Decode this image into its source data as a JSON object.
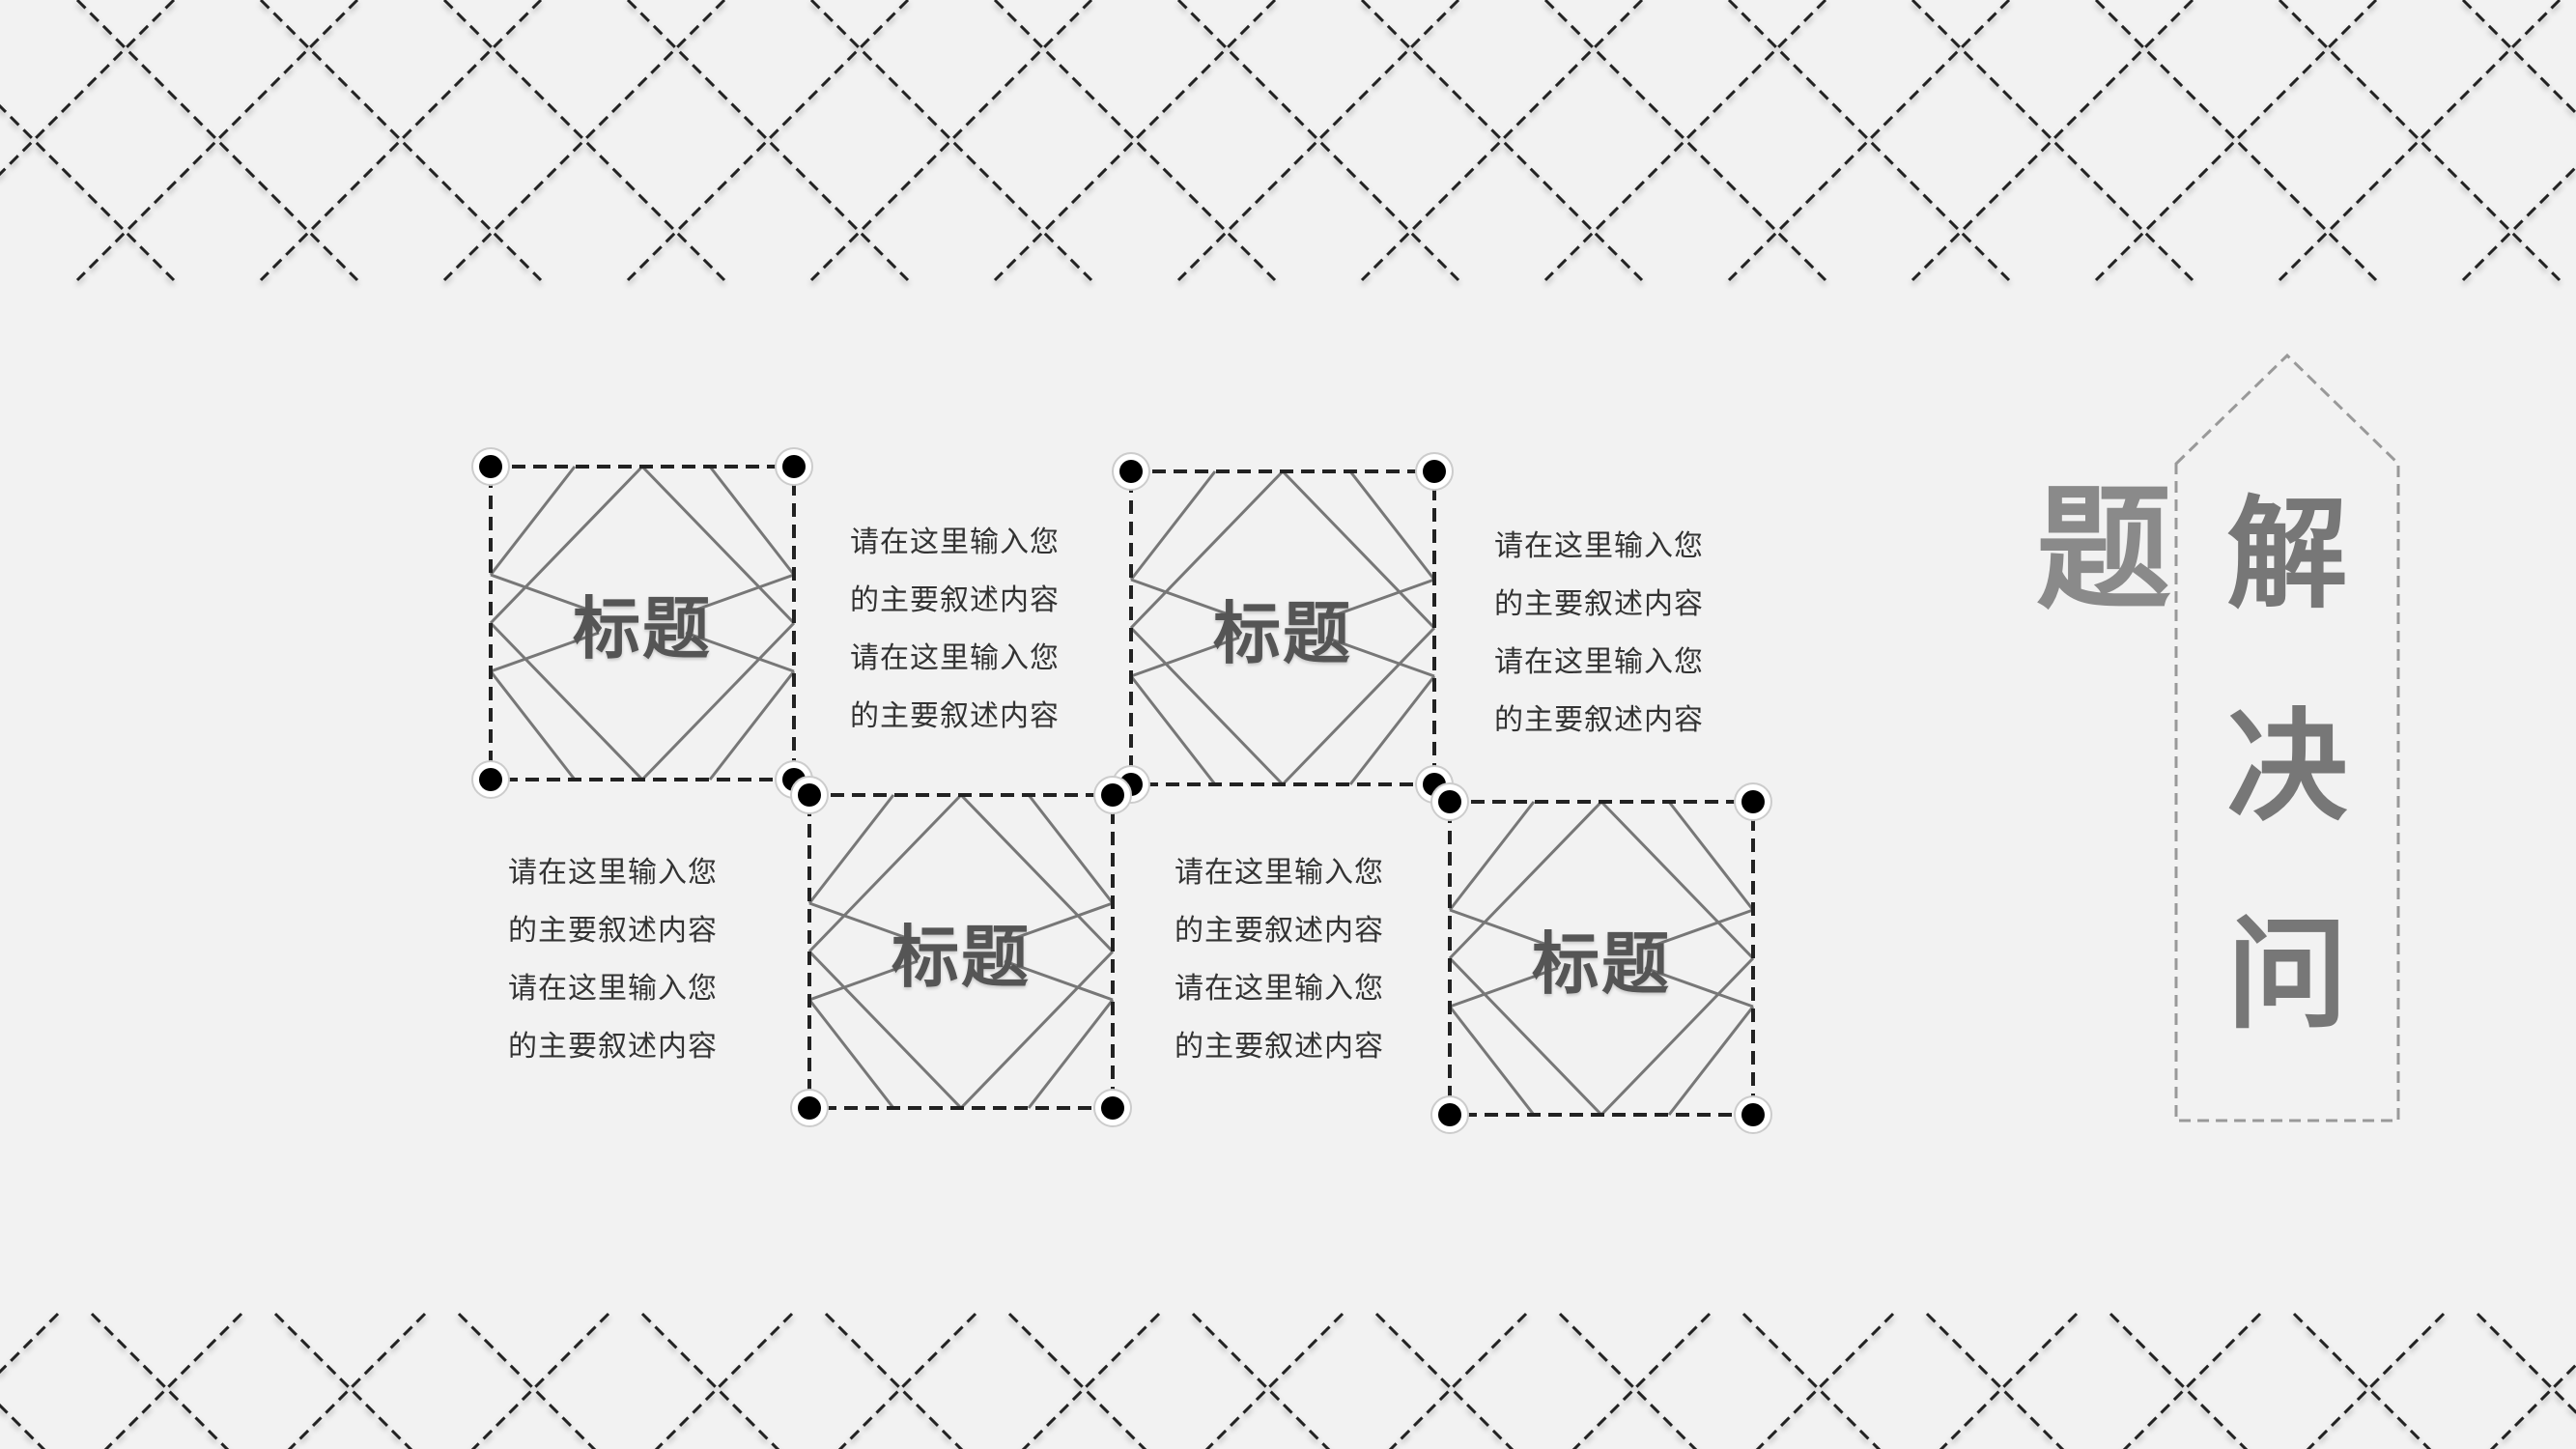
{
  "cards": [
    {
      "title": "标题"
    },
    {
      "title": "标题"
    },
    {
      "title": "标题"
    },
    {
      "title": "标题"
    }
  ],
  "text_blocks": [
    {
      "lines": [
        "请在这里输入您",
        "的主要叙述内容",
        "请在这里输入您",
        "的主要叙述内容"
      ]
    },
    {
      "lines": [
        "请在这里输入您",
        "的主要叙述内容",
        "请在这里输入您",
        "的主要叙述内容"
      ]
    },
    {
      "lines": [
        "请在这里输入您",
        "的主要叙述内容",
        "请在这里输入您",
        "的主要叙述内容"
      ]
    },
    {
      "lines": [
        "请在这里输入您",
        "的主要叙述内容",
        "请在这里输入您",
        "的主要叙述内容"
      ]
    }
  ],
  "heading": {
    "chars": [
      "解",
      "决",
      "问"
    ],
    "side_char": "题"
  },
  "colors": {
    "background": "#f2f2f2",
    "frame": "#1a1a1a",
    "title_text": "#555555",
    "body_text": "#333333",
    "heading_text": "#777777"
  }
}
